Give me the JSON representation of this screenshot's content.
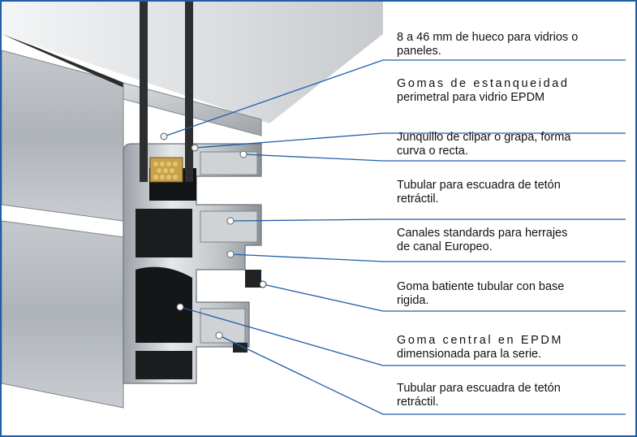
{
  "colors": {
    "frame_border": "#1f5fa8",
    "leader_lines": "#1f5fa8",
    "text": "#111111"
  },
  "callouts": [
    {
      "id": "hueco",
      "lines": [
        "8 a 46 mm de hueco para vidrios o",
        "paneles."
      ]
    },
    {
      "id": "gomas-estanqueidad",
      "lines": [
        "Gomas de estanqueidad",
        "perimetral para vidrio EPDM"
      ]
    },
    {
      "id": "junquillo",
      "lines": [
        "Junquillo de clipar o grapa, forma",
        "curva o recta."
      ]
    },
    {
      "id": "tubular-1",
      "lines": [
        "Tubular para escuadra de tetón",
        "retráctil."
      ]
    },
    {
      "id": "canales",
      "lines": [
        "Canales standards para herrajes",
        "de canal Europeo."
      ]
    },
    {
      "id": "goma-batiente",
      "lines": [
        "Goma batiente tubular con base",
        "rigida."
      ]
    },
    {
      "id": "goma-central",
      "lines": [
        "Goma central en EPDM",
        "dimensionada para la serie."
      ]
    },
    {
      "id": "tubular-2",
      "lines": [
        "Tubular para escuadra de tetón",
        "retráctil."
      ]
    }
  ]
}
